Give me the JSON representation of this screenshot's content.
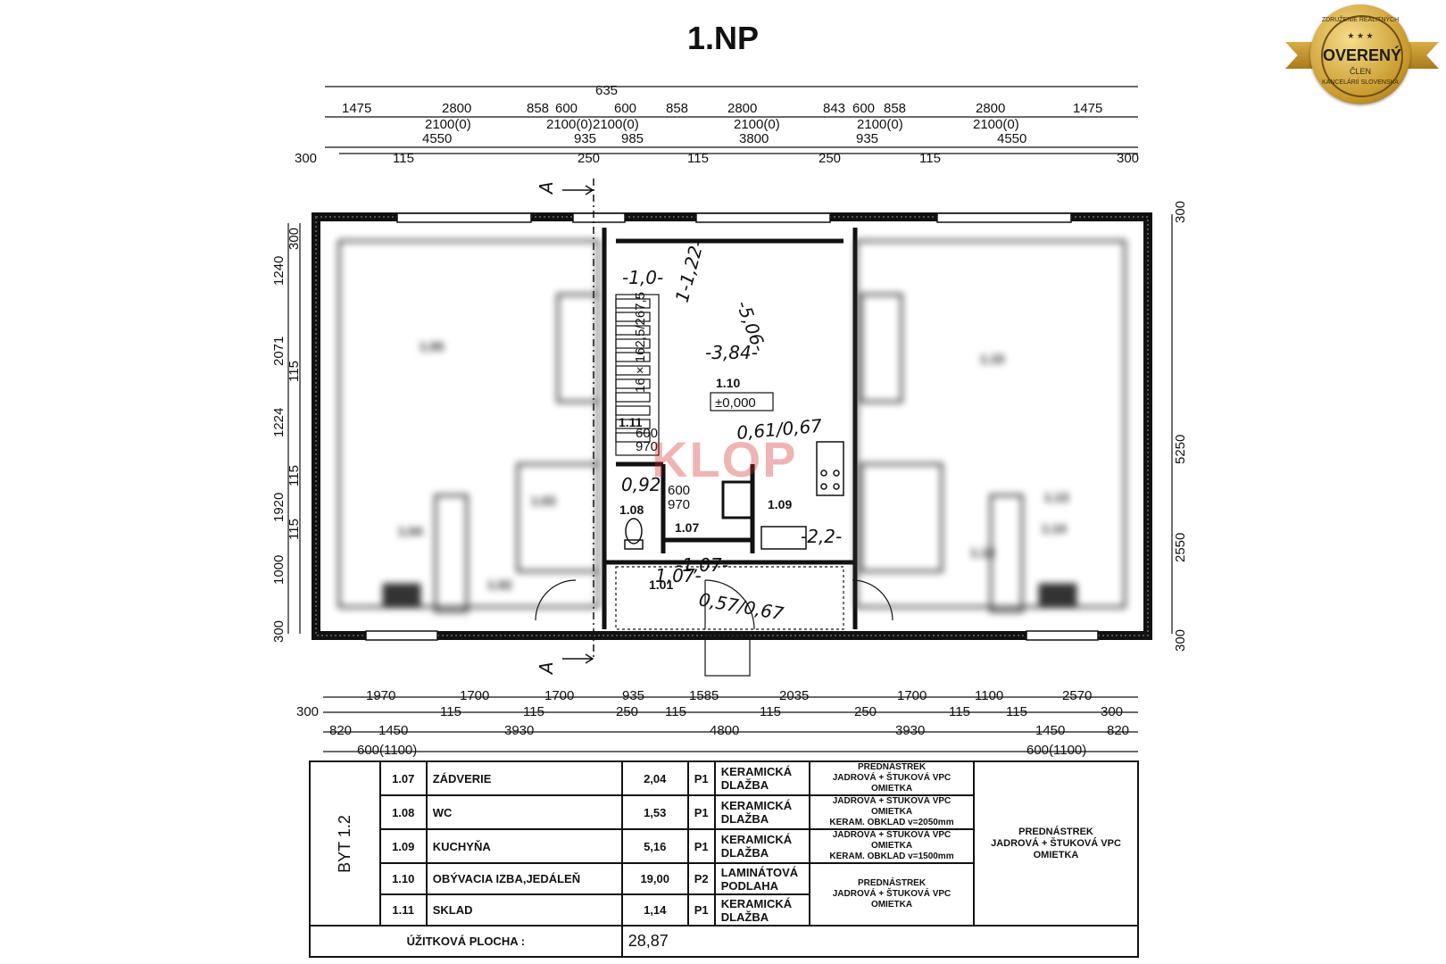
{
  "title": "1.NP",
  "badge": {
    "main": "OVERENÝ",
    "sub": "ČLEN",
    "arc_top": "ZDRUŽENIE REALITNÝCH",
    "arc_bottom": "KANCELÁRIÍ SLOVENSKA",
    "stars": "★ ★ ★"
  },
  "watermark": "KLOP",
  "plan": {
    "section_marker": "A",
    "top_dims": {
      "overall": "635",
      "row1": [
        "1475",
        "2800",
        "858",
        "600",
        "600",
        "858",
        "2800",
        "843",
        "600",
        "858",
        "2800",
        "1475"
      ],
      "row2": [
        "2100(0)",
        "2100(0)",
        "2100(0)",
        "2100(0)",
        "2100(0)",
        "2100(0)"
      ],
      "row3": [
        "4550",
        "935",
        "985",
        "3800",
        "935",
        "4550"
      ],
      "row4": [
        "300",
        "115",
        "250",
        "115",
        "250",
        "115",
        "300"
      ]
    },
    "left_dims": [
      "1240",
      "300",
      "2071",
      "115",
      "1224",
      "115",
      "1920",
      "115",
      "1000",
      "300"
    ],
    "right_dims": [
      "300",
      "5250",
      "2550",
      "300"
    ],
    "bottom_dims": {
      "row1": [
        "1970",
        "1700",
        "1700",
        "935",
        "1585",
        "2035",
        "1700",
        "1100",
        "2570"
      ],
      "row2": [
        "300",
        "115",
        "115",
        "250",
        "115",
        "115",
        "250",
        "115",
        "115",
        "300"
      ],
      "row3": [
        "820",
        "1450",
        "3930",
        "4800",
        "3930",
        "1450",
        "820"
      ],
      "row4": [
        "600(1100)",
        "600(1100)"
      ]
    },
    "rooms": [
      {
        "code": "1.10",
        "level": "±0,000"
      },
      {
        "code": "1.11"
      },
      {
        "code": "1.08"
      },
      {
        "code": "1.07"
      },
      {
        "code": "1.09"
      },
      {
        "code": "1.01"
      }
    ],
    "blurred_rooms": [
      "1.05",
      "1.04",
      "1.03",
      "1.02",
      "1.15",
      "1.14",
      "1.13",
      "1.12"
    ],
    "handwritten": [
      "-1,0-",
      "1-1,22-",
      "-5,06-",
      "-3,84-",
      "0,61/0,67",
      "0,92",
      "-2,2-",
      "-1,07-",
      "1,07-",
      "0,57/0,67"
    ],
    "stair_label": "16 × 162,5/267,5",
    "stair_small": [
      "600",
      "970"
    ],
    "door_small": [
      "600",
      "970"
    ]
  },
  "table": {
    "group_label": "BYT 1.2",
    "rows": [
      {
        "code": "1.07",
        "name": "ZÁDVERIE",
        "area": "2,04",
        "floor_code": "P1",
        "floor": "KERAMICKÁ DLAŽBA",
        "walls": "PREDNÁSTREK\nJADROVÁ + ŠTUKOVÁ VPC OMIETKA"
      },
      {
        "code": "1.08",
        "name": "WC",
        "area": "1,53",
        "floor_code": "P1",
        "floor": "KERAMICKÁ DLAŽBA",
        "walls": "JADROVÁ + ŠTUKOVÁ VPC OMIETKA\nKERAM. OBKLAD v=2050mm"
      },
      {
        "code": "1.09",
        "name": "KUCHYŇA",
        "area": "5,16",
        "floor_code": "P1",
        "floor": "KERAMICKÁ DLAŽBA",
        "walls": "JADROVÁ + ŠTUKOVÁ VPC OMIETKA\nKERAM. OBKLAD v=1500mm"
      },
      {
        "code": "1.10",
        "name": "OBÝVACIA IZBA,JEDÁLEŇ",
        "area": "19,00",
        "floor_code": "P2",
        "floor": "LAMINÁTOVÁ PODLAHA",
        "walls": "PREDNÁSTREK\nJADROVÁ + ŠTUKOVÁ VPC OMIETKA"
      },
      {
        "code": "1.11",
        "name": "SKLAD",
        "area": "1,14",
        "floor_code": "P1",
        "floor": "KERAMICKÁ DLAŽBA",
        "walls": ""
      }
    ],
    "ceiling": "PREDNÁSTREK\nJADROVÁ + ŠTUKOVÁ VPC OMIETKA",
    "total_label": "ÚŽITKOVÁ PLOCHA :",
    "total_value": "28,87"
  }
}
